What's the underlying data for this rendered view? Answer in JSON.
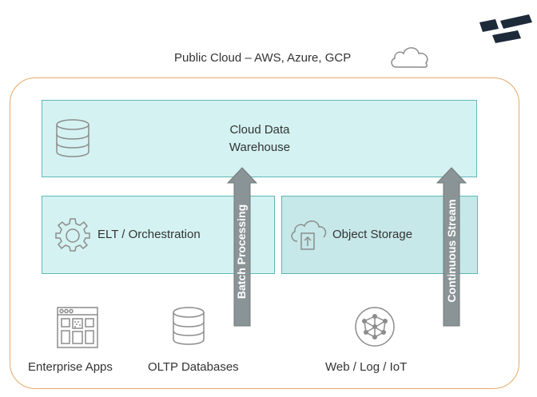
{
  "header": {
    "title": "Public Cloud – AWS, Azure, GCP"
  },
  "layers": {
    "warehouse": {
      "line1": "Cloud Data",
      "line2": "Warehouse"
    },
    "elt": {
      "label": "ELT / Orchestration"
    },
    "object_storage": {
      "label": "Object Storage"
    }
  },
  "flows": {
    "batch": "Batch Processing",
    "stream": "Continuous Stream"
  },
  "sources": {
    "enterprise_apps": "Enterprise Apps",
    "oltp_databases": "OLTP Databases",
    "web_log_iot": "Web / Log / IoT"
  },
  "colors": {
    "frame_border": "#e9a968",
    "box_fill": "#d4f2f2",
    "box_border": "#5fb8b8",
    "arrow_fill": "#8a9396",
    "icon_stroke": "#8c8c8c"
  }
}
